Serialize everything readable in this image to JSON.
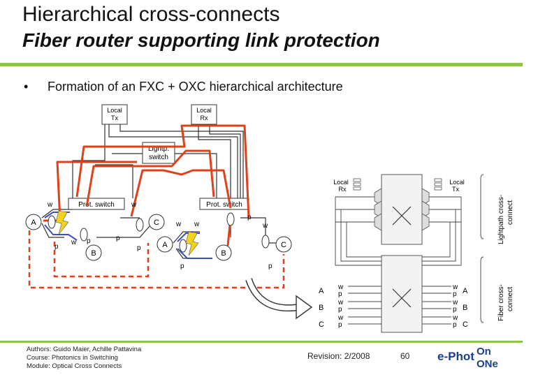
{
  "header": {
    "title": "Hierarchical cross-connects",
    "subtitle": "Fiber router supporting link protection"
  },
  "body": {
    "bullet_symbol": "•",
    "bullet_text": "Formation of an FXC + OXC hierarchical architecture"
  },
  "diagram_left": {
    "local_tx": [
      "Local",
      "Tx"
    ],
    "local_rx": [
      "Local",
      "Rx"
    ],
    "lightpath_switch": [
      "Lightp.",
      "switch"
    ],
    "prot_switch_left": "Prot. switch",
    "prot_switch_right": "Prot. switch",
    "node_a1": "A",
    "node_b1": "B",
    "node_c1": "C",
    "node_a2": "A",
    "node_b2": "B",
    "node_c2": "C",
    "w_labels": [
      "w",
      "w",
      "w",
      "w",
      "w",
      "w"
    ],
    "p_labels": [
      "p",
      "p",
      "p",
      "p",
      "p",
      "p",
      "p"
    ]
  },
  "diagram_right": {
    "local_rx": [
      "Local",
      "Rx"
    ],
    "local_tx": [
      "Local",
      "Tx"
    ],
    "side_label_top": [
      "Lightpath cross-",
      "connect"
    ],
    "side_label_bottom": [
      "Fiber cross-",
      "connect"
    ],
    "left_ports": [
      "A",
      "B",
      "C"
    ],
    "right_ports": [
      "A",
      "B",
      "C"
    ],
    "left_wp": [
      "w",
      "p",
      "w",
      "p",
      "w",
      "p"
    ],
    "right_wp": [
      "w",
      "p",
      "w",
      "p",
      "w",
      "p"
    ]
  },
  "footer": {
    "authors": "Authors: Guido Maier, Achille Pattavina",
    "course": "Course: Photonics in Switching",
    "module": "Module: Optical Cross Connects",
    "revision": "Revision: 2/2008",
    "page": "60"
  },
  "logo": {
    "part1": "e-Phot",
    "part2": "On",
    "part3": "ONe"
  },
  "colors": {
    "accent_green": "#8cc63f",
    "path_red": "#e0401a",
    "logo_blue": "#1a3d8f",
    "logo_green": "#79b52a"
  }
}
